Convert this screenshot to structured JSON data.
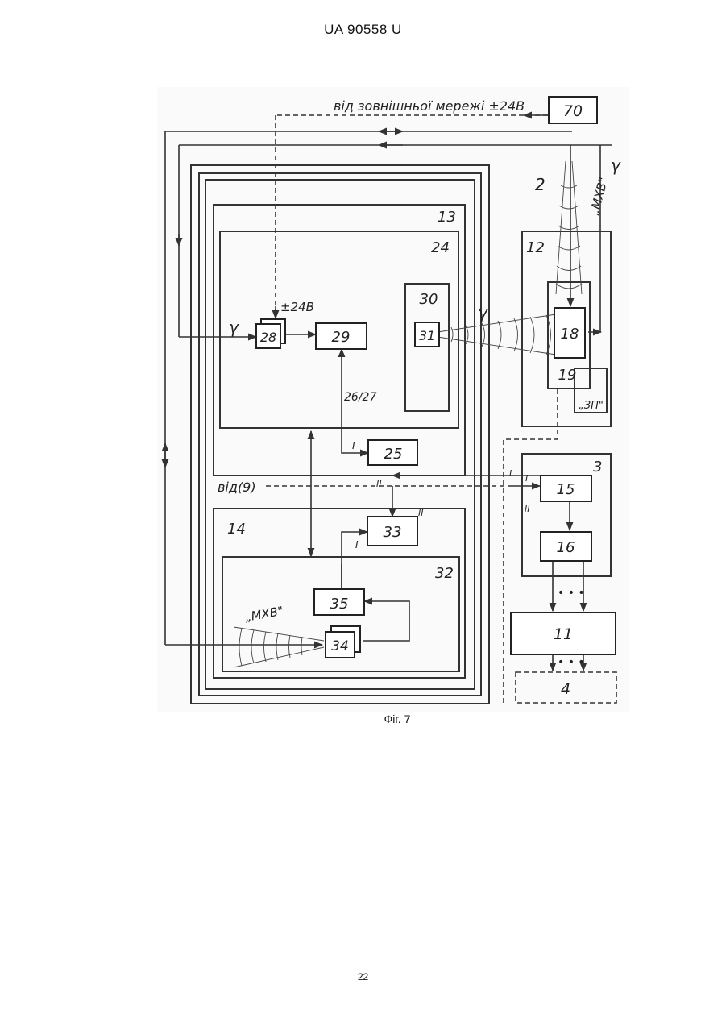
{
  "header": {
    "doc_id": "UA   90558   U"
  },
  "figure": {
    "caption": "Фіг. 7",
    "blocks": {
      "b70": "70",
      "b28": "28",
      "b29": "29",
      "b30": "30",
      "b31": "31",
      "b18": "18",
      "b19": "19",
      "b25": "25",
      "b15": "15",
      "b16": "16",
      "b33": "33",
      "b35": "35",
      "b34": "34",
      "b11": "11",
      "b4": "4"
    },
    "frames": {
      "f2": "2",
      "f13": "13",
      "f24": "24",
      "f12": "12",
      "f3": "3",
      "f14": "14",
      "f32": "32",
      "f3p": "„ЗП\""
    },
    "labels": {
      "external_network": "від зовнішньої мережі ±24В",
      "supply_28": "±24В",
      "gamma_left": "γ",
      "gamma_mid": "γ",
      "gamma_top_right": "γ",
      "mxv_top": "„МХВ\"",
      "mxv_bottom": "„МХВ\"",
      "bus_26_27": "26/27",
      "from_9": "від(9)",
      "roman_I_25": "I",
      "roman_II_25": "II",
      "roman_I_15a": "I",
      "roman_I_15b": "I",
      "roman_II_15": "II",
      "roman_II_33": "II",
      "roman_I_33": "I",
      "dots_16_11": "• • •",
      "dots_11_4": "• • •"
    }
  },
  "footer": {
    "page_number": "22"
  }
}
